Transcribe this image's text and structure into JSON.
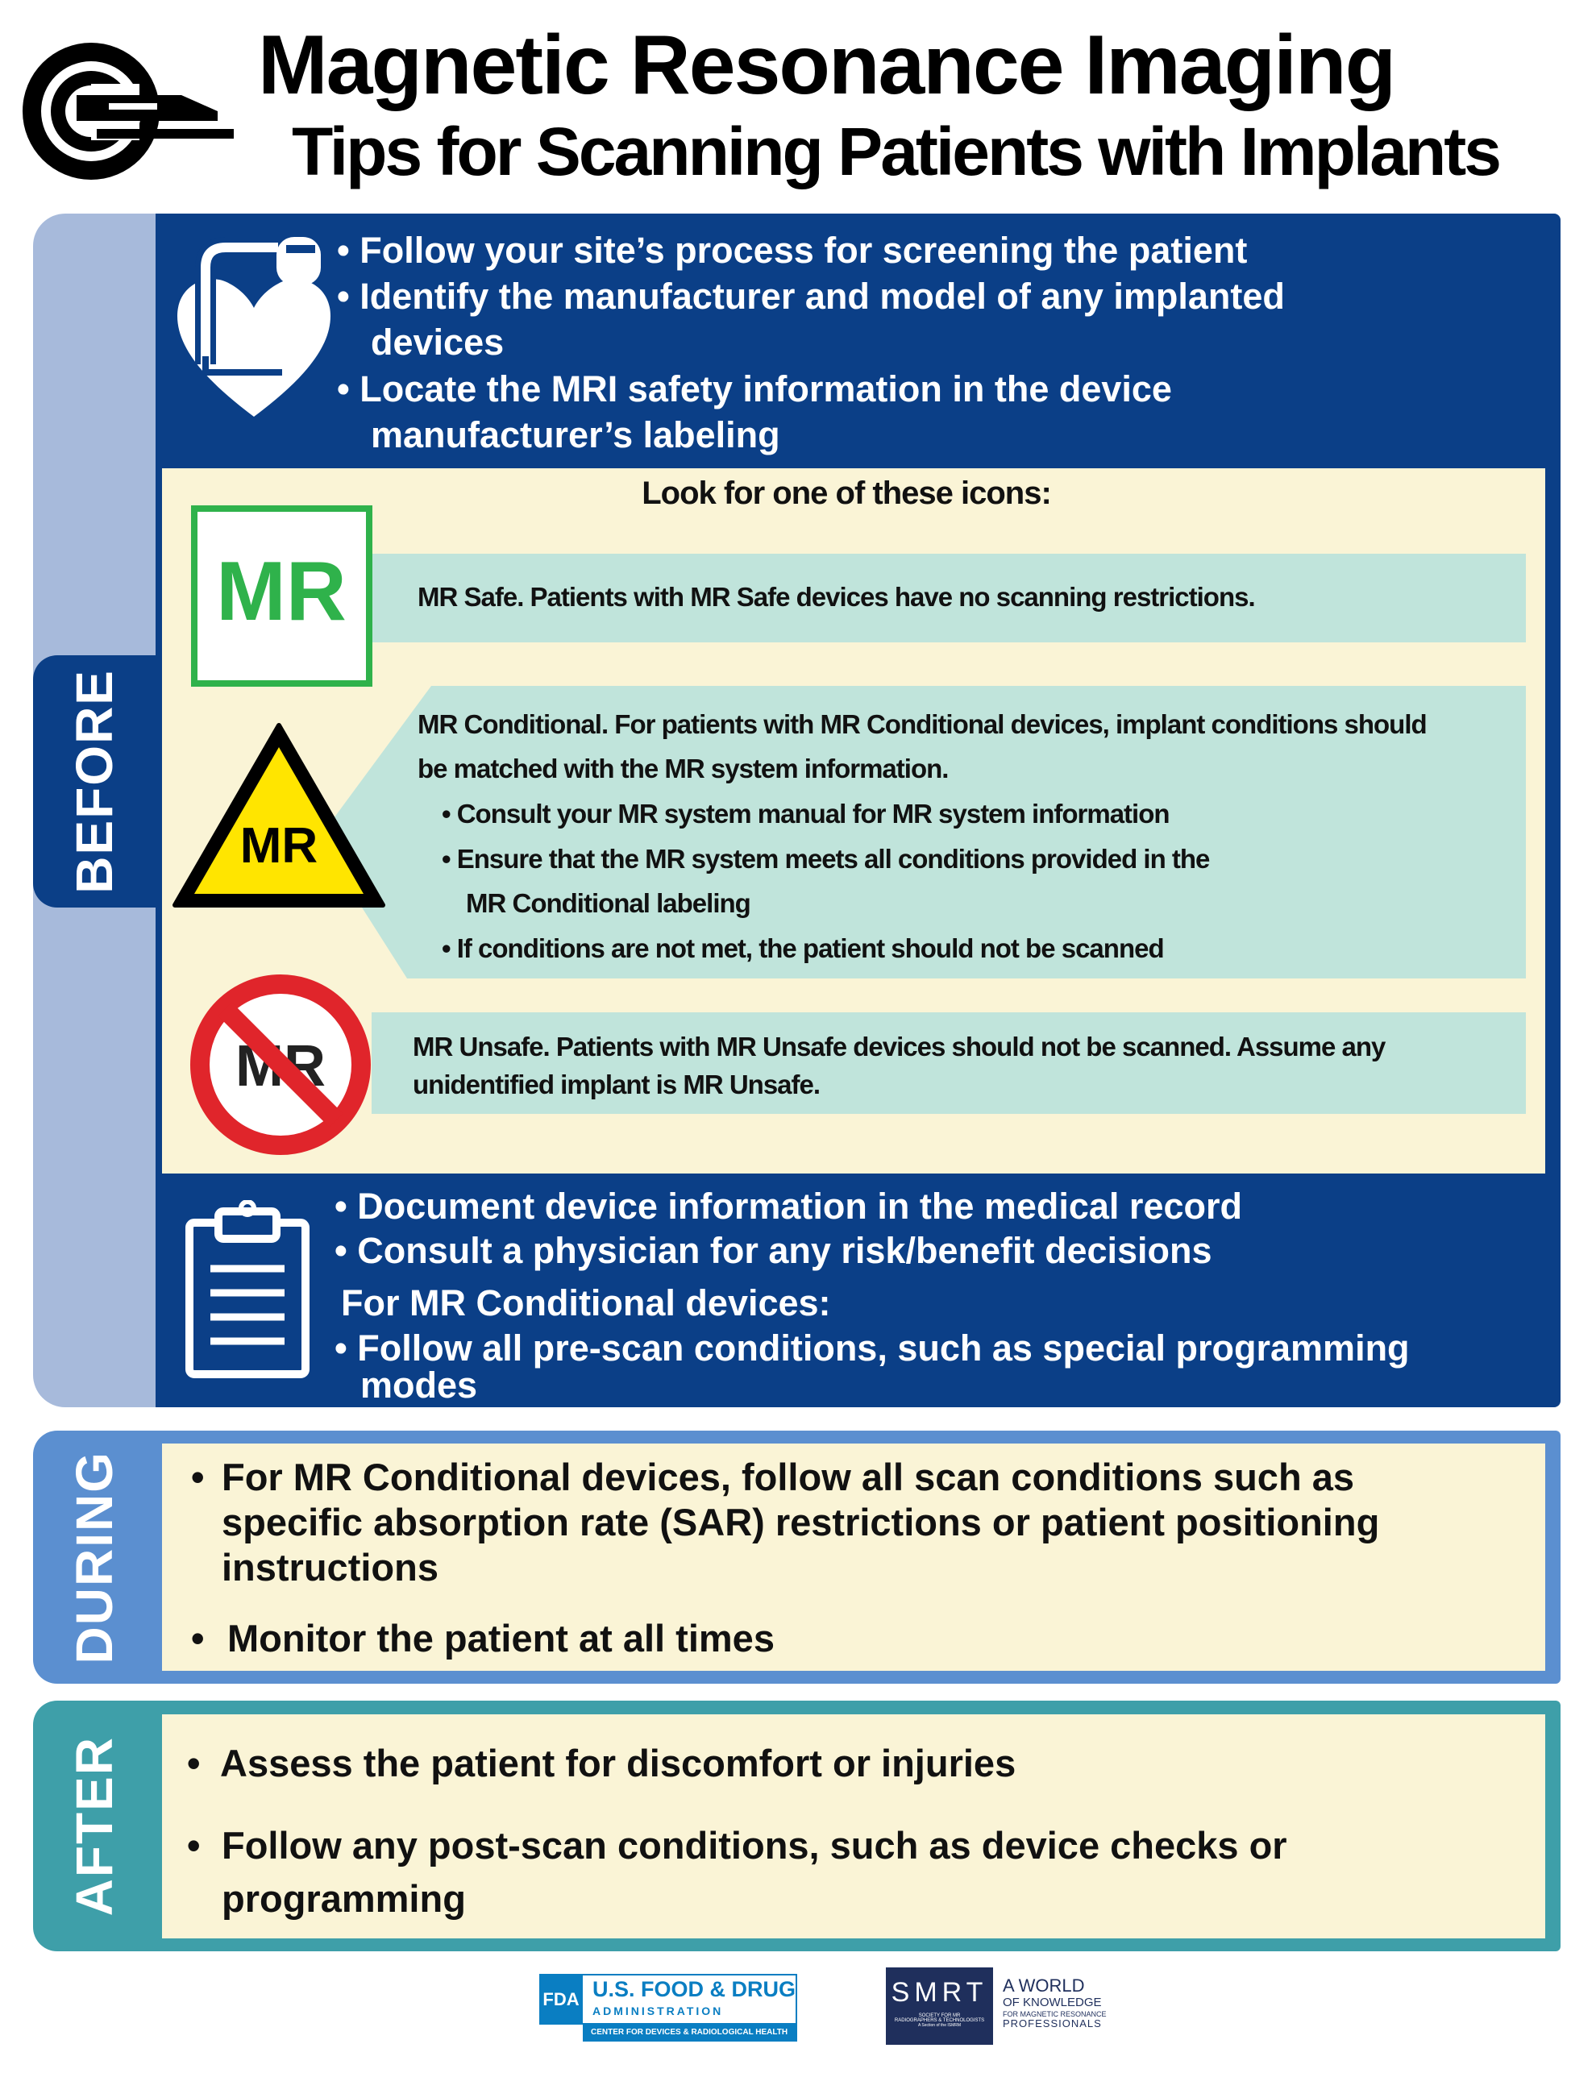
{
  "header": {
    "title": "Magnetic Resonance Imaging",
    "subtitle": "Tips for Scanning Patients with Implants"
  },
  "before": {
    "tab_label": "BEFORE",
    "top_bullets": [
      "• Follow your site’s process for screening the patient",
      "• Identify the manufacturer and model of any implanted",
      "devices",
      "• Locate the MRI safety information in the device",
      "manufacturer’s labeling"
    ],
    "icons_heading": "Look for one of these icons:",
    "mr_safe": {
      "icon_text": "MR",
      "text": "MR Safe. Patients with MR Safe devices have no scanning restrictions."
    },
    "mr_conditional": {
      "icon_text": "MR",
      "lines": [
        "MR Conditional. For patients with MR Conditional devices, implant conditions should",
        "be matched with the MR system information.",
        "• Consult your MR system manual for MR system information",
        "• Ensure that the MR system meets all conditions provided in the",
        "MR Conditional labeling",
        "• If conditions are not met, the patient should not be scanned"
      ]
    },
    "mr_unsafe": {
      "icon_text": "MR",
      "lines": [
        "MR Unsafe. Patients with MR Unsafe devices should not be scanned. Assume any",
        "unidentified implant is MR Unsafe."
      ]
    },
    "bottom_lines": [
      "• Document device information in the medical record",
      "• Consult a physician for any risk/benefit decisions",
      "For MR Conditional devices:",
      "• Follow all pre-scan conditions, such as special programming",
      "modes"
    ]
  },
  "during": {
    "tab_label": "DURING",
    "lines": [
      "•",
      "For MR Conditional devices, follow all scan conditions such as",
      "specific absorption rate (SAR) restrictions or patient positioning",
      "instructions",
      "•",
      "Monitor the patient at all times"
    ]
  },
  "after": {
    "tab_label": "AFTER",
    "lines": [
      "•",
      "Assess the patient for discomfort or injuries",
      "•",
      "Follow any post-scan conditions, such as device checks or",
      "programming"
    ]
  },
  "footer": {
    "fda": {
      "mark": "FDA",
      "name": "U.S. FOOD & DRUG",
      "sub": "ADMINISTRATION",
      "center": "CENTER FOR DEVICES & RADIOLOGICAL HEALTH"
    },
    "smrt": {
      "mark": "SMRT",
      "sub1": "SOCIETY FOR MR",
      "sub2": "RADIOGRAPHERS & TECHNOLOGISTS",
      "sub3": "A Section of the ISMRM",
      "tag1": "A WORLD",
      "tag2": "OF KNOWLEDGE",
      "tag3": "FOR MAGNETIC RESONANCE",
      "tag4": "PROFESSIONALS"
    }
  },
  "colors": {
    "dark_blue": "#0b3f87",
    "light_blue": "#a7badb",
    "cream": "#faf4d6",
    "teal": "#c0e4db",
    "during": "#5b8fd0",
    "after": "#3e9fa9",
    "mr_safe_green": "#2fb24b",
    "conditional_yellow": "#ffe500",
    "unsafe_red": "#e0252b"
  }
}
